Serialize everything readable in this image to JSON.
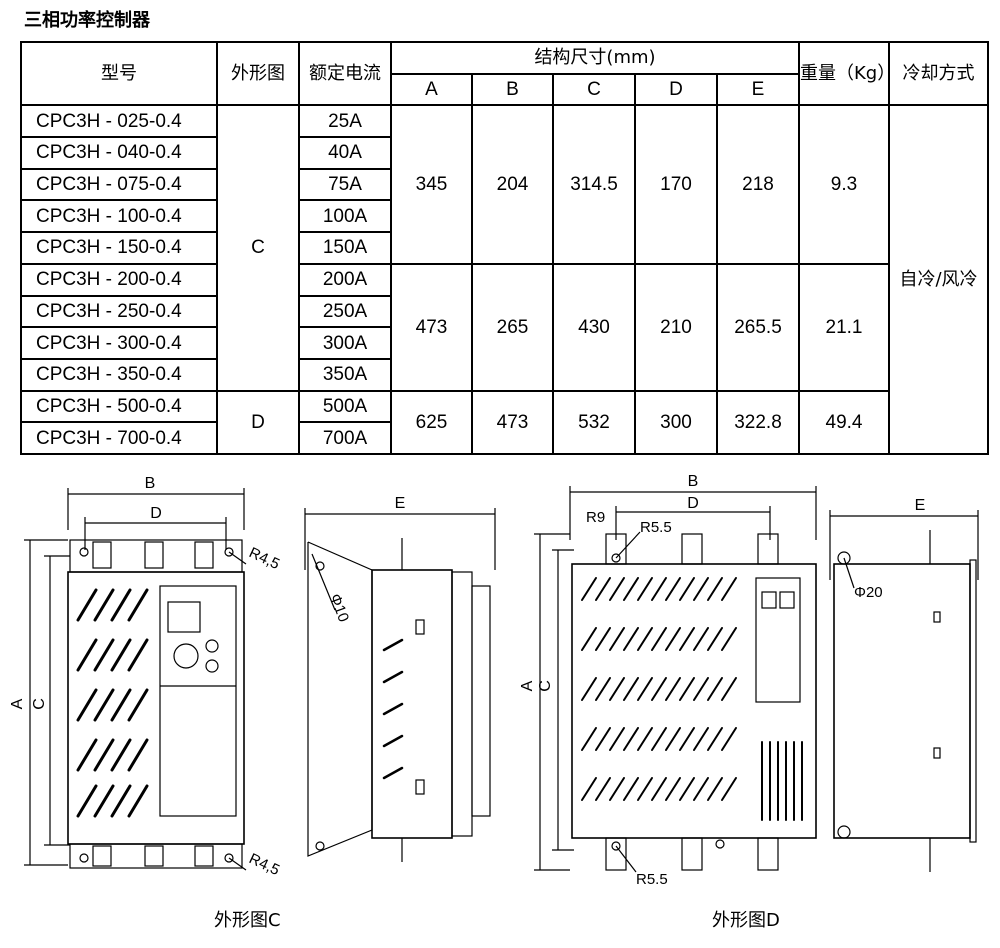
{
  "title": "三相功率控制器",
  "table": {
    "headers": {
      "model": "型号",
      "outline": "外形图",
      "current": "额定电流",
      "dimensions": "结构尺寸(mm)",
      "dim_cols": [
        "A",
        "B",
        "C",
        "D",
        "E"
      ],
      "weight": "重量（Kg）",
      "cooling": "冷却方式"
    },
    "rows": [
      {
        "model": "CPC3H - 025-0.4",
        "current": "25A"
      },
      {
        "model": "CPC3H - 040-0.4",
        "current": "40A"
      },
      {
        "model": "CPC3H - 075-0.4",
        "current": "75A"
      },
      {
        "model": "CPC3H - 100-0.4",
        "current": "100A"
      },
      {
        "model": "CPC3H - 150-0.4",
        "current": "150A"
      },
      {
        "model": "CPC3H - 200-0.4",
        "current": "200A"
      },
      {
        "model": "CPC3H - 250-0.4",
        "current": "250A"
      },
      {
        "model": "CPC3H - 300-0.4",
        "current": "300A"
      },
      {
        "model": "CPC3H - 350-0.4",
        "current": "350A"
      },
      {
        "model": "CPC3H - 500-0.4",
        "current": "500A"
      },
      {
        "model": "CPC3H - 700-0.4",
        "current": "700A"
      }
    ],
    "outline_groups": [
      {
        "label": "C",
        "rows": 9
      },
      {
        "label": "D",
        "rows": 2
      }
    ],
    "dim_groups": [
      {
        "rows": 5,
        "A": "345",
        "B": "204",
        "C": "314.5",
        "D": "170",
        "E": "218",
        "weight": "9.3"
      },
      {
        "rows": 4,
        "A": "473",
        "B": "265",
        "C": "430",
        "D": "210",
        "E": "265.5",
        "weight": "21.1"
      },
      {
        "rows": 2,
        "A": "625",
        "B": "473",
        "C": "532",
        "D": "300",
        "E": "322.8",
        "weight": "49.4"
      }
    ],
    "cooling": "自冷/风冷"
  },
  "drawing_c": {
    "caption": "外形图C",
    "front_labels": {
      "width_total": "B",
      "width_mount": "D",
      "height_total": "A",
      "height_mount": "C",
      "hole_top": "R4,5",
      "hole_bottom": "R4,5"
    },
    "side_labels": {
      "depth": "E",
      "hole": "Φ10"
    }
  },
  "drawing_d": {
    "caption": "外形图D",
    "front_labels": {
      "width_total": "B",
      "width_mount": "D",
      "height_total": "A",
      "height_mount": "C",
      "hole_r9": "R9",
      "hole_top": "R5.5",
      "hole_bottom": "R5.5"
    },
    "side_labels": {
      "depth": "E",
      "hole": "Φ20"
    }
  }
}
